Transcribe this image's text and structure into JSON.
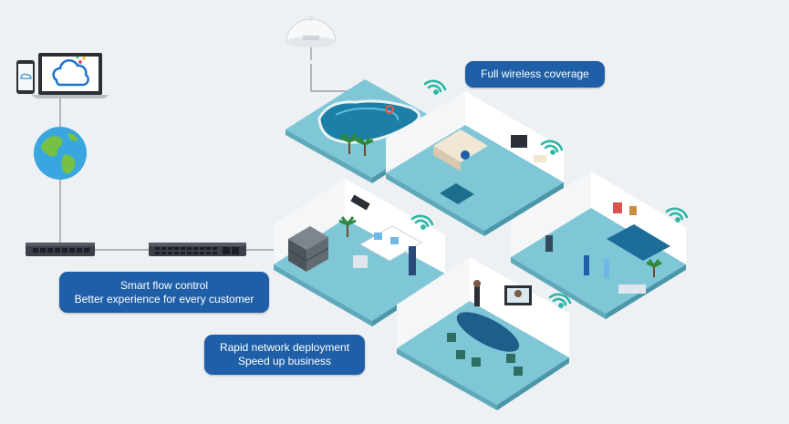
{
  "callouts": {
    "wireless": "Full wireless coverage",
    "smart_line1": "Smart flow control",
    "smart_line2": "Better experience for every customer",
    "rapid_line1": "Rapid network deployment",
    "rapid_line2": "Speed up business"
  },
  "colors": {
    "background": "#eef1f4",
    "callout_fill": "#1e5fa8",
    "floor_teal": "#7fc6d6",
    "wall": "#ffffff",
    "equipment_dark": "#3b4048"
  },
  "icons": [
    "smartphone-icon",
    "laptop-icon",
    "cloud-icon",
    "globe-icon",
    "switch-icon",
    "ceiling-access-point-icon",
    "wifi-icon",
    "server-rack-icon"
  ]
}
